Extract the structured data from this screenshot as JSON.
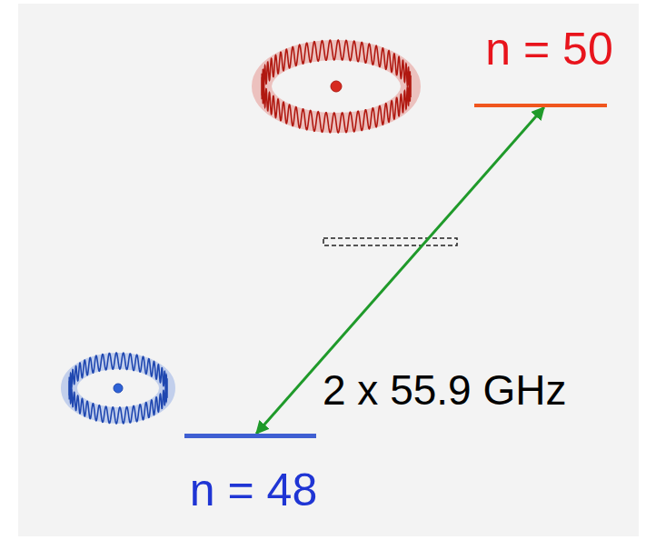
{
  "diagram": {
    "nodes": [
      {
        "text": [
          "n = 50"
        ]
      },
      {
        "text": [
          "n = 48"
        ]
      }
    ],
    "edges": [
      {
        "from": 1,
        "to": 0,
        "arrow": "both",
        "label": "2 x 55.9 GHz"
      }
    ]
  }
}
